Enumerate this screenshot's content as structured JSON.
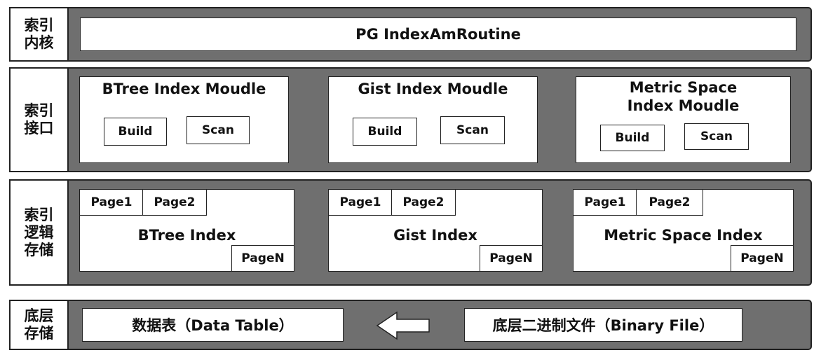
{
  "rows": {
    "kernel": {
      "label_lines": [
        "索引",
        "内核"
      ],
      "routine": "PG IndexAmRoutine"
    },
    "interface": {
      "label_lines": [
        "索引",
        "接口"
      ],
      "modules": [
        {
          "title": "BTree Index Moudle",
          "buttons": [
            "Build",
            "Scan"
          ]
        },
        {
          "title": "Gist Index Moudle",
          "buttons": [
            "Build",
            "Scan"
          ]
        },
        {
          "title": "Metric Space\nIndex Moudle",
          "buttons": [
            "Build",
            "Scan"
          ]
        }
      ]
    },
    "logical": {
      "label_lines": [
        "索引",
        "逻辑",
        "存储"
      ],
      "indexes": [
        {
          "name": "BTree Index",
          "pages": [
            "Page1",
            "Page2"
          ],
          "last_page": "PageN"
        },
        {
          "name": "Gist Index",
          "pages": [
            "Page1",
            "Page2"
          ],
          "last_page": "PageN"
        },
        {
          "name": "Metric Space Index",
          "pages": [
            "Page1",
            "Page2"
          ],
          "last_page": "PageN"
        }
      ]
    },
    "storage": {
      "label_lines": [
        "底层",
        "存储"
      ],
      "data_table": "数据表（Data Table）",
      "binary_file": "底层二进制文件（Binary File）"
    }
  },
  "colors": {
    "band": "#6f6f6f",
    "border": "#222222",
    "box": "#ffffff"
  },
  "icons": {
    "flow_arrow": "left-arrow-icon"
  }
}
